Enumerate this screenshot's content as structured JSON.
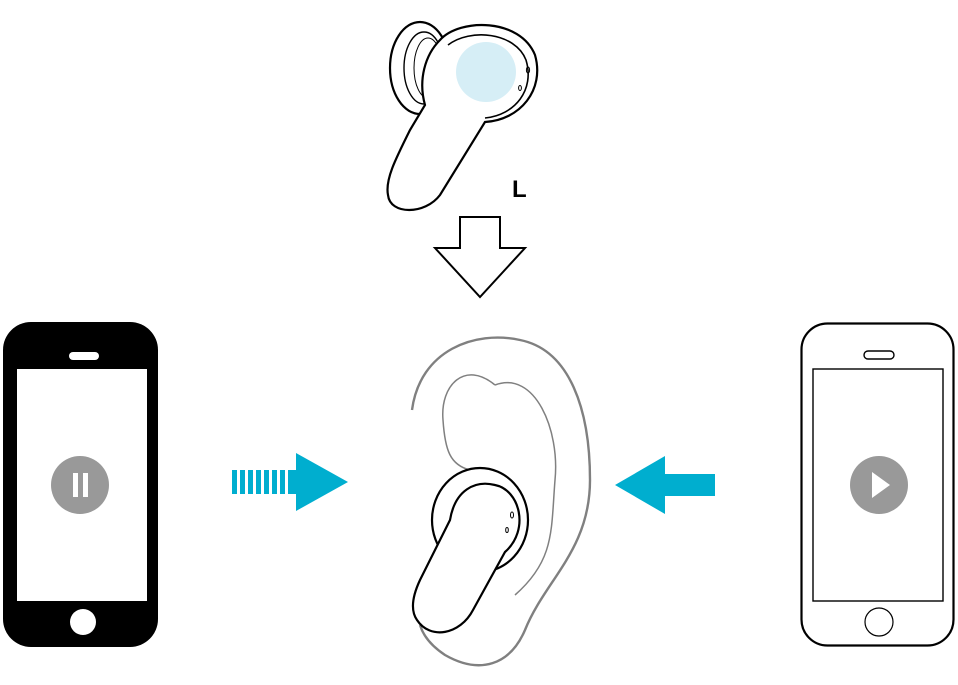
{
  "diagram": {
    "earbud_label": "L",
    "colors": {
      "accent_cyan": "#00AECF",
      "touch_area": "#D6EEF6",
      "play_button_gray": "#999999",
      "ear_outline": "#808080",
      "ink": "#000000"
    },
    "elements": {
      "earbud_top": "left earbud with touch sensor highlighted",
      "down_arrow": "outline arrow pointing down",
      "ear": "ear with earbud inserted",
      "phone_left": {
        "style": "filled black",
        "icon": "pause-icon"
      },
      "phone_right": {
        "style": "outline",
        "icon": "play-icon"
      },
      "arrow_left_to_ear": {
        "style": "striped cyan arrow",
        "direction": "right"
      },
      "arrow_right_to_ear": {
        "style": "solid cyan arrow",
        "direction": "left"
      }
    }
  }
}
